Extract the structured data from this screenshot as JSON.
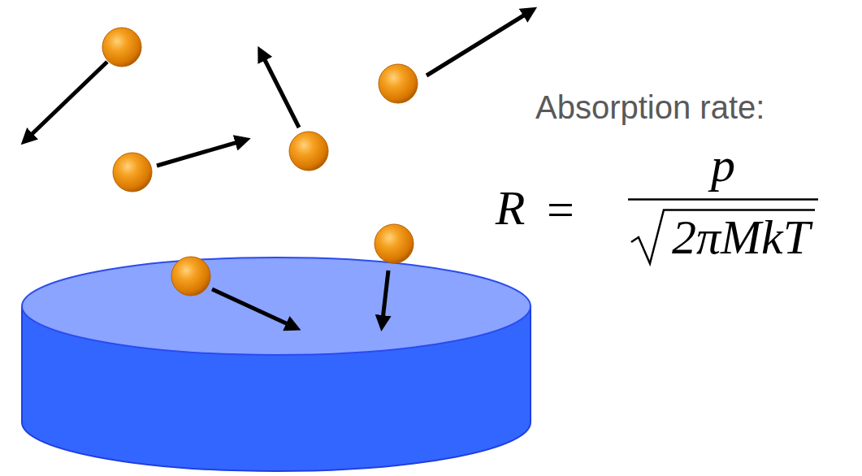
{
  "diagram": {
    "labels": [
      "Absorption rate:",
      "R",
      "=",
      "p",
      "2πMkT"
    ]
  }
}
